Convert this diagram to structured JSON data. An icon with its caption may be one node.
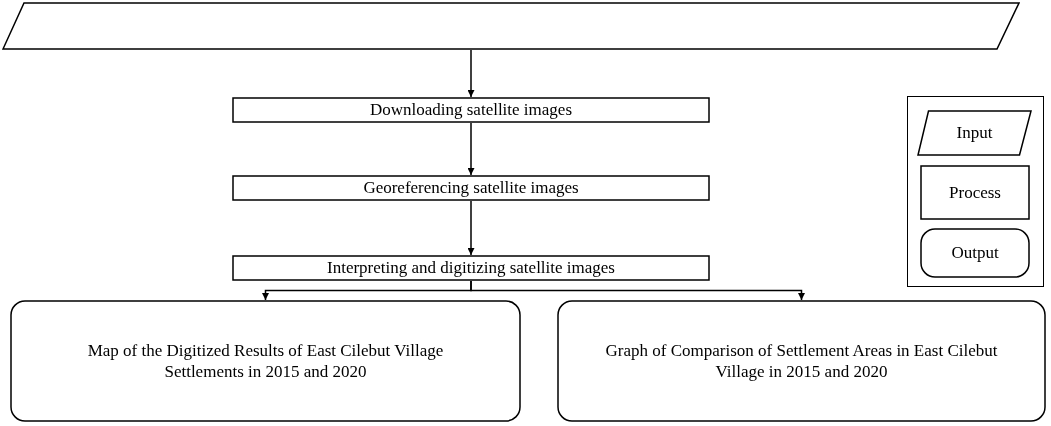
{
  "diagram": {
    "nodes": [
      {
        "text": [],
        "shape": "parallelogram"
      },
      {
        "text": [
          "Downloading satellite images"
        ]
      },
      {
        "text": [
          "Georeferencing satellite images"
        ]
      },
      {
        "text": [
          "Interpreting and digitizing satellite images"
        ]
      },
      {
        "text": [
          "Map of the Digitized Results of East Cilebut Village Settlements in 2015 and 2020"
        ]
      },
      {
        "text": [
          "Graph of Comparison of Settlement Areas in East Cilebut Village in 2015 and 2020"
        ]
      }
    ],
    "edges": [
      {
        "from": 0,
        "to": 1,
        "arrow": "to"
      },
      {
        "from": 1,
        "to": 2,
        "arrow": "to"
      },
      {
        "from": 2,
        "to": 3,
        "arrow": "to"
      },
      {
        "from": 3,
        "to": 4,
        "arrow": "to"
      },
      {
        "from": 3,
        "to": 5,
        "arrow": "to"
      }
    ],
    "legend": [
      {
        "text": "Input"
      },
      {
        "text": "Process"
      },
      {
        "text": "Output"
      }
    ]
  }
}
